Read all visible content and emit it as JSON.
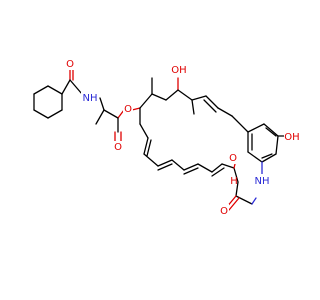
{
  "molecule": {
    "atom_labels": {
      "amide_nh": "NH",
      "amide_o": "O",
      "ester_o_single": "O",
      "ester_o_double": "O",
      "oh_top": "OH",
      "oh_right": "OH",
      "o_lower": "O",
      "h_lower": "H",
      "lactam_nh": "NH",
      "lactam_o": "O"
    },
    "colors": {
      "carbon": "#000000",
      "oxygen": "#e00000",
      "nitrogen": "#2b2bd6",
      "background": "#ffffff"
    }
  }
}
